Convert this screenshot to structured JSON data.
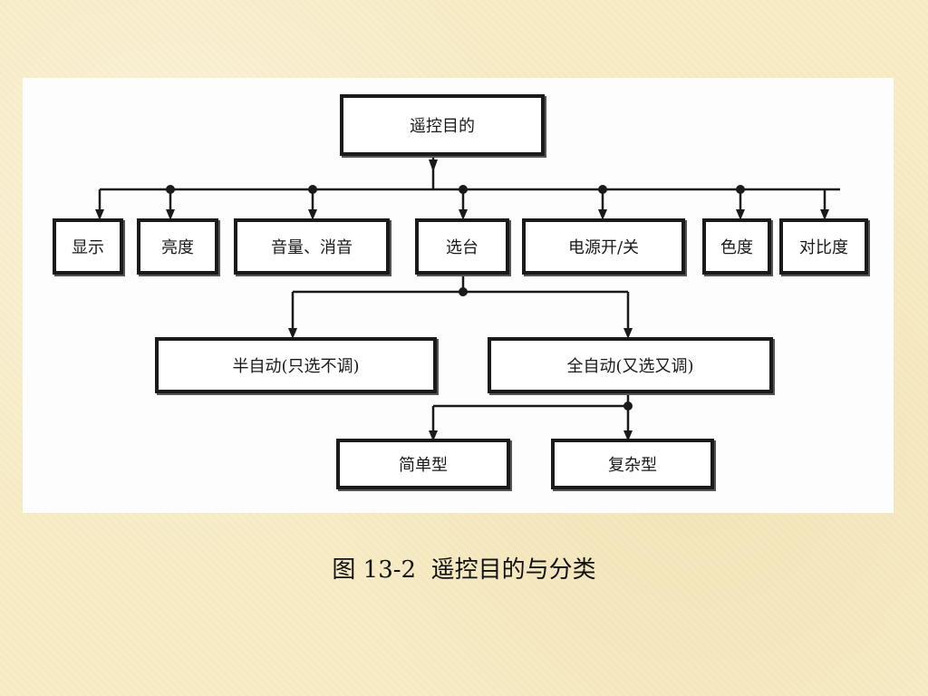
{
  "diagram": {
    "root": "遥控目的",
    "functions": [
      "显示",
      "亮度",
      "音量、消音",
      "选台",
      "电源开/关",
      "色度",
      "对比度"
    ],
    "tuning_modes": [
      "半自动(只选不调)",
      "全自动(又选又调)"
    ],
    "auto_types": [
      "简单型",
      "复杂型"
    ]
  },
  "caption": "图 13-2  遥控目的与分类",
  "colors": {
    "background": "#f7ecc6",
    "panel": "#fdfdfd",
    "ink": "#1a1a1a"
  }
}
